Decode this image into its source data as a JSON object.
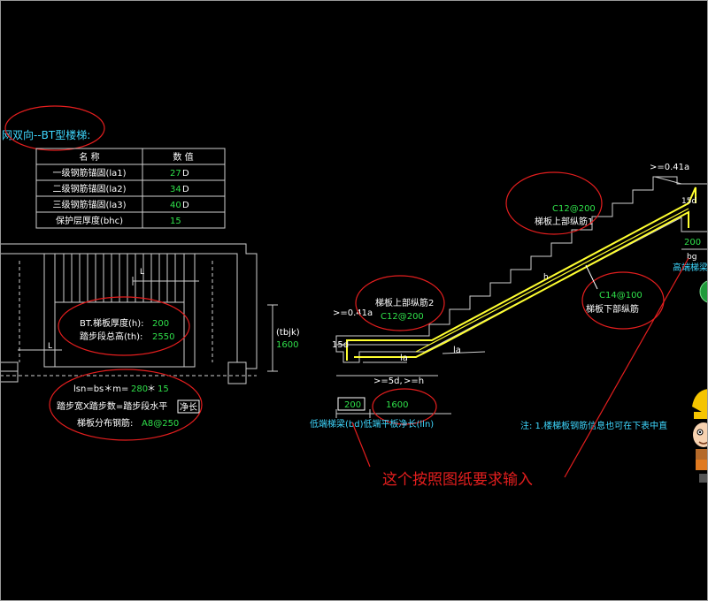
{
  "colors": {
    "white": "#ffffff",
    "cyan": "#3fd8ff",
    "green": "#2fe04a",
    "yellow": "#ffff30",
    "red": "#e41e1e",
    "line_gray": "#cfcfcf"
  },
  "title": "网双向--BT型楼梯:",
  "param_table": {
    "headers": [
      "名 称",
      "数 值"
    ],
    "rows": [
      {
        "name": "一级钢筋锚固(la1)",
        "value": "27",
        "unit": "D"
      },
      {
        "name": "二级钢筋锚固(la2)",
        "value": "34",
        "unit": "D"
      },
      {
        "name": "三级钢筋锚固(la3)",
        "value": "40",
        "unit": "D"
      },
      {
        "name": "保护层厚度(bhc)",
        "value": "15",
        "unit": ""
      }
    ]
  },
  "plan": {
    "thickness_label": "BT.梯板厚度(h):",
    "thickness_value": "200",
    "height_label": "踏步段总高(th):",
    "height_value": "2550",
    "lsn_prefix": "lsn=bs＊m=",
    "lsn_value": "280",
    "lsn_mult": "＊",
    "lsn_count": "15",
    "step_desc": "踏步宽X踏步数=踏步段水平",
    "step_desc_box": "净长",
    "dist_label": "梯板分布钢筋:",
    "dist_value": "A8@250",
    "tbjk_label": "(tbjk)",
    "tbjk_value": "1600",
    "dim_l": "L"
  },
  "section": {
    "top_rebar_label": "梯板上部纵筋1",
    "top_rebar_value": "C12@200",
    "top_rebar2_label": "梯板上部纵筋2",
    "top_rebar2_value": "C12@200",
    "bottom_rebar_value": "C14@100",
    "bottom_rebar_label": "梯板下部纵筋",
    "la_left": ">=0.41a",
    "la_right": ">=0.41a",
    "d15_left": "15d",
    "d15_right": "15d",
    "la1": "la",
    "la2": "la",
    "h_mark": "h",
    "five_d": ">=5d,",
    "ge_h": ">=h",
    "bg_value": "200",
    "bg_label": "bg",
    "left_beam_value": "200",
    "left_flat_value": "1600",
    "left_labels": "低端梯梁(bd)低端平板净长(lln)",
    "high_end_label": "高端梯梁",
    "note": "注: 1.楼梯板钢筋信息也可在下表中直",
    "instruction": "这个按照图纸要求输入"
  }
}
